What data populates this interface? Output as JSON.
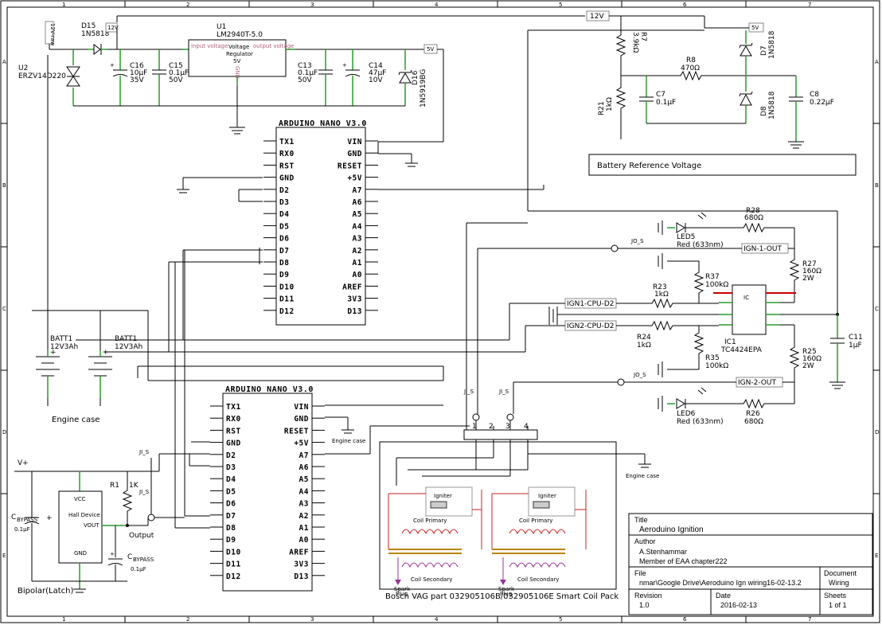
{
  "frame": {
    "columns": [
      "1",
      "2",
      "3",
      "4",
      "5",
      "6",
      "7"
    ],
    "rows": [
      "A",
      "B",
      "C",
      "D",
      "E"
    ]
  },
  "power": {
    "u1_ref": "U1",
    "u1_part": "LM2940T-5.0",
    "reg_title": "Voltage",
    "reg_title2": "Regulator",
    "reg_out": "5V",
    "reg_in_pin": "input voltage",
    "reg_out_pin": "output voltage",
    "reg_gnd_pin": "GND",
    "d15_ref": "D15",
    "d15_part": "1N5818",
    "c16_ref": "C16",
    "c16_val": "10µF",
    "c16_v": "35V",
    "c15_ref": "C15",
    "c15_val": "0.1µF",
    "c15_v": "50V",
    "c13_ref": "C13",
    "c13_val": "0.1µF",
    "c13_v": "50V",
    "c14_ref": "C14",
    "c14_val": "47µF",
    "c14_v": "10V",
    "d16_ref": "D16",
    "d16_part": "1N5919BG",
    "u2_ref": "U2",
    "u2_part": "ERZV14D220",
    "net_12v": "12V",
    "net_5v": "5V",
    "net_12v_raw": "12V-raw"
  },
  "battref": {
    "r7_ref": "R7",
    "r7_val": "3.9kΩ",
    "r8_ref": "R8",
    "r8_val": "470Ω",
    "r21_ref": "R21",
    "r21_val": "1kΩ",
    "c7_ref": "C7",
    "c7_val": "0.1µF",
    "c8_ref": "C8",
    "c8_val": "0.22µF",
    "d7_ref": "D7",
    "d7_part": "1N5818",
    "d8_ref": "D8",
    "d8_part": "1N5818",
    "caption": "Battery Reference Voltage"
  },
  "nano": {
    "title": "ARDUINO NANO V3.0",
    "left_pins": [
      "TX1",
      "RX0",
      "RST",
      "GND",
      "D2",
      "D3",
      "D4",
      "D5",
      "D6",
      "D7",
      "D8",
      "D9",
      "D10",
      "D11",
      "D12"
    ],
    "right_pins": [
      "VIN",
      "GND",
      "RESET",
      "+5V",
      "A7",
      "A6",
      "A5",
      "A4",
      "A3",
      "A2",
      "A1",
      "A0",
      "AREF",
      "3V3",
      "D13"
    ]
  },
  "driver": {
    "ic1_ref": "IC1",
    "ic1_part": "TC4424EPA",
    "ic_label": "IC",
    "r28_ref": "R28",
    "r28_val": "680Ω",
    "led5_ref": "LED5",
    "led5_val": "Red (633nm)",
    "r27_ref": "R27",
    "r27_val": "160Ω",
    "r27_w": "2W",
    "r37_ref": "R37",
    "r37_val": "100kΩ",
    "r23_ref": "R23",
    "r23_val": "1kΩ",
    "r24_ref": "R24",
    "r24_val": "1kΩ",
    "r35_ref": "R35",
    "r35_val": "100kΩ",
    "r25_ref": "R25",
    "r25_val": "160Ω",
    "r25_w": "2W",
    "r26_ref": "R26",
    "r26_val": "680Ω",
    "led6_ref": "LED6",
    "led6_val": "Red (633nm)",
    "c11_ref": "C11",
    "c11_val": "1µF",
    "net_ign1_out": "IGN-1-OUT",
    "net_ign2_out": "IGN-2-OUT",
    "net_ign1_cpu": "IGN1-CPU-D2",
    "net_ign2_cpu": "IGN2-CPU-D2",
    "jo_s": "JO_S",
    "ji_s": "JI_S"
  },
  "batteries": {
    "b1_ref": "BATT1",
    "b1_val": "12V3Ah",
    "b2_ref": "BATT1",
    "b2_val": "12V3Ah",
    "caption": "Engine case"
  },
  "hall": {
    "vplus": "V+",
    "vcc": "VCC",
    "name": "Hall Device",
    "vout": "VOUT",
    "gnd": "GND",
    "r1_ref": "R1",
    "r1_val": "1K",
    "output": "Output",
    "cbyp1": "C",
    "cbyp1_sub": "BYPASS",
    "cbyp1_val": "0.1µF",
    "cbyp2": "C",
    "cbyp2_sub": "BYPASS",
    "cbyp2_val": "0.1µF",
    "caption": "Bipolar(Latch)",
    "ji_s": "JI_S"
  },
  "coil": {
    "caption": "Bosch VAG part 032905106B/032905106E Smart Coil Pack",
    "igniter": "Igniter",
    "primary": "Coil Primary",
    "secondary": "Coil Secondary",
    "spark": "Spark",
    "plug": "Plug",
    "pins": [
      "1",
      "2",
      "3",
      "4"
    ],
    "engine_case": "Engine case"
  },
  "title_block": {
    "title_hdr": "Title",
    "title": "Aeroduino Ignition",
    "author_hdr": "Author",
    "author": "A.Stenhammar",
    "author2": "Member of EAA chapter222",
    "file_hdr": "File",
    "file": "nmar\\Google Drive\\Aeroduino Ign wiring16-02-13.2",
    "doc_hdr": "Document",
    "doc": "Wiring",
    "rev_hdr": "Revision",
    "rev": "1.0",
    "date_hdr": "Date",
    "date": "2016-02-13",
    "sheets_hdr": "Sheets",
    "sheets": "1 of 1"
  },
  "colors": {
    "wire": "#000000",
    "pin_stub": "#2a9a2a",
    "coil_primary": "#cc2222",
    "coil_secondary": "#993399",
    "core": "#b8860b",
    "led_bar": "#cc0000"
  }
}
